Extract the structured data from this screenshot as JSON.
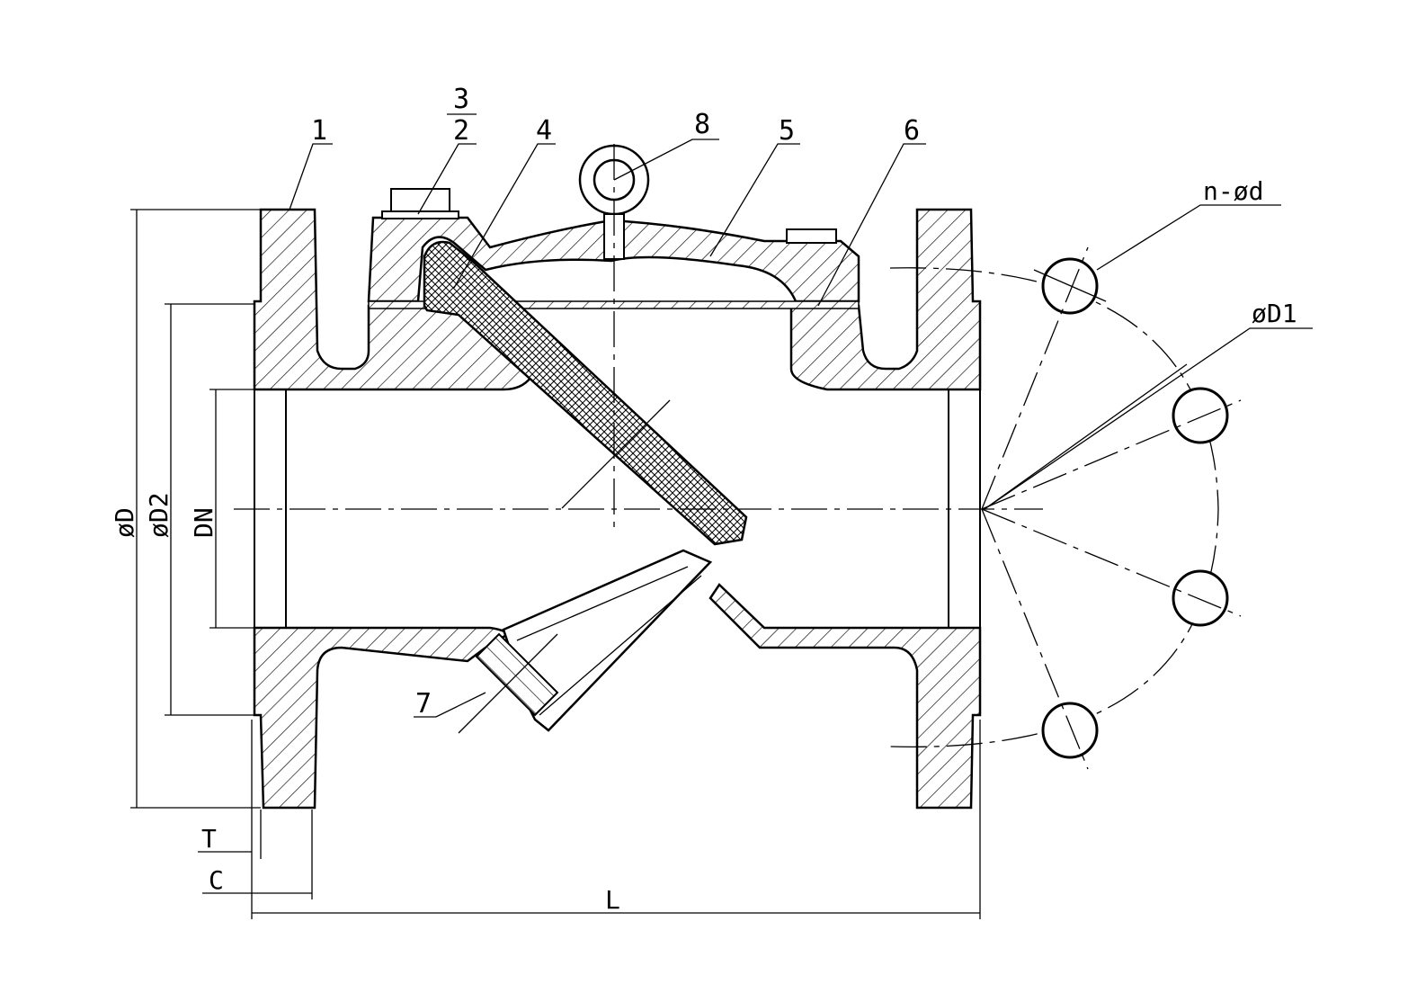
{
  "drawing": {
    "title": "Y-type strainer section drawing",
    "part_labels": {
      "p1": "1",
      "p3": "3",
      "p2": "2",
      "p4": "4",
      "p8": "8",
      "p5": "5",
      "p6": "6",
      "p7": "7"
    },
    "dimensions": {
      "n_d": "n-ød",
      "D1": "øD1",
      "D": "øD",
      "D2": "øD2",
      "DN": "DN",
      "T": "T",
      "C": "C",
      "L": "L"
    }
  }
}
